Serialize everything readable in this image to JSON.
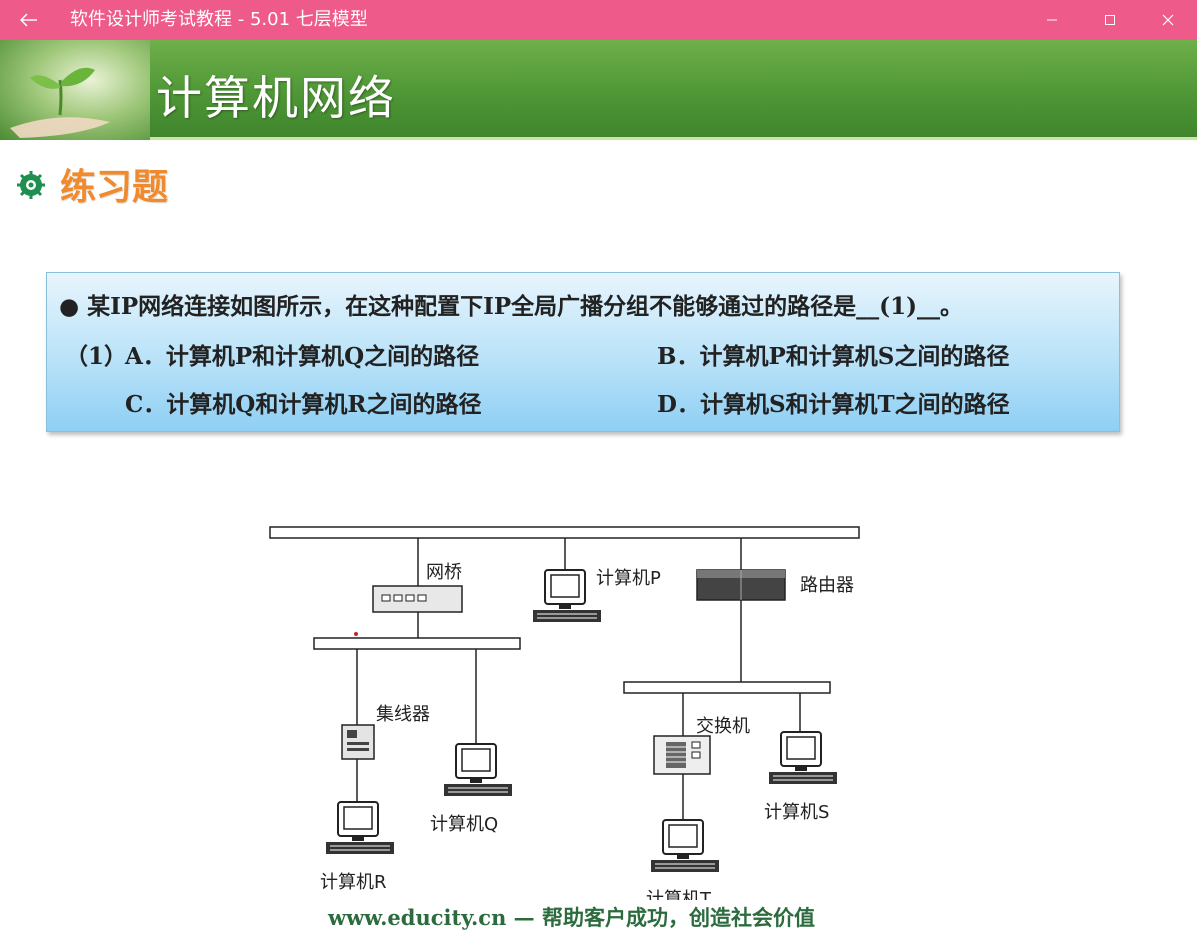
{
  "window": {
    "title": "软件设计师考试教程 - 5.01  七层模型",
    "back_icon": "arrow-left-icon",
    "controls": [
      "minimize-icon",
      "maximize-icon",
      "close-icon"
    ],
    "accent_color": "#ee5a8a"
  },
  "slide": {
    "banner_title": "计算机网络",
    "section_title": "练习题",
    "question": "● 某IP网络连接如图所示，在这种配置下IP全局广播分组不能够通过的路径是__(1)__。",
    "option_prefix": "（1）",
    "options": {
      "a": "A．计算机P和计算机Q之间的路径",
      "b": "B．计算机P和计算机S之间的路径",
      "c": "C．计算机Q和计算机R之间的路径",
      "d": "D．计算机S和计算机T之间的路径"
    },
    "diagram_labels": {
      "bridge": "网桥",
      "computer_p": "计算机P",
      "router": "路由器",
      "hub": "集线器",
      "computer_q": "计算机Q",
      "computer_r": "计算机R",
      "switch": "交换机",
      "computer_s": "计算机S",
      "computer_t": "计算机T"
    },
    "footer": "www.educity.cn — 帮助客户成功，创造社会价值"
  }
}
